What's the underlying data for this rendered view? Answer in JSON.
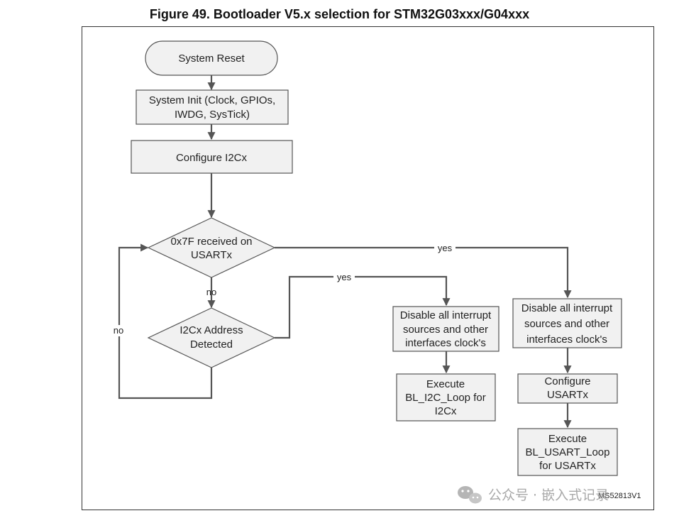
{
  "figure_title": "Figure 49. Bootloader V5.x selection for STM32G03xxx/G04xxx",
  "nodes": {
    "system_reset": "System Reset",
    "system_init": [
      "System Init (Clock, GPIOs,",
      "IWDG, SysTick)"
    ],
    "configure_i2c": "Configure I2Cx",
    "decision_usart": [
      "0x7F received on",
      "USARTx"
    ],
    "decision_i2c": [
      "I2Cx Address",
      "Detected"
    ],
    "disable_i2c_path": [
      "Disable all interrupt",
      "sources and other",
      "interfaces clock's"
    ],
    "execute_i2c": [
      "Execute",
      "BL_I2C_Loop for",
      "I2Cx"
    ],
    "disable_usart_path": [
      "Disable all interrupt",
      "sources and other",
      "interfaces clock's"
    ],
    "configure_usart": [
      "Configure",
      "USARTx"
    ],
    "execute_usart": [
      "Execute",
      "BL_USART_Loop",
      "for USARTx"
    ]
  },
  "edge_labels": {
    "usart_yes": "yes",
    "i2c_yes": "yes",
    "usart_no": "no",
    "loop_no": "no"
  },
  "reference_code": "MS52813V1",
  "watermark": "公众号 · 嵌入式记录"
}
